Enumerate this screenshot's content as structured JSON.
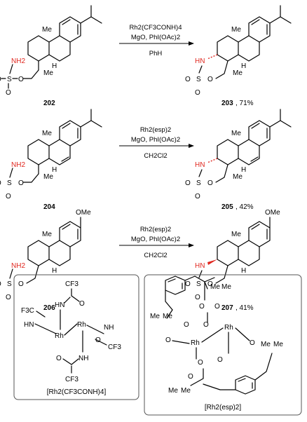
{
  "reactions": [
    {
      "substrate": "202",
      "product": "203",
      "yield": ", 71%",
      "reagent": "Rh2(CF3CONH)4",
      "reagent_line2": "MgO, PhI(OAc)2",
      "solvent": "PhH"
    },
    {
      "substrate": "204",
      "product": "205",
      "yield": ", 42%",
      "reagent": "Rh2(esp)2",
      "reagent_line2": "MgO, PhI(OAc)2",
      "solvent": "CH2Cl2"
    },
    {
      "substrate": "206",
      "product": "207",
      "yield": ", 41%",
      "reagent": "Rh2(esp)2",
      "reagent_line2": "MgO, PhI(OAc)2",
      "solvent": "CH2Cl2"
    }
  ],
  "atoms": {
    "nh2": "NH2",
    "hn": "HN",
    "nh": "NH",
    "o": "O",
    "s": "S",
    "me": "Me",
    "h": "H",
    "ome": "OMe",
    "rh": "Rh",
    "cf3": "CF3",
    "f3c": "F3C"
  },
  "catalysts": [
    {
      "caption": "[Rh2(CF3CONH)4]"
    },
    {
      "caption": "[Rh2(esp)2]"
    }
  ],
  "colors": {
    "highlight": "#e0271f",
    "ink": "#000000",
    "box_border": "#555555"
  }
}
